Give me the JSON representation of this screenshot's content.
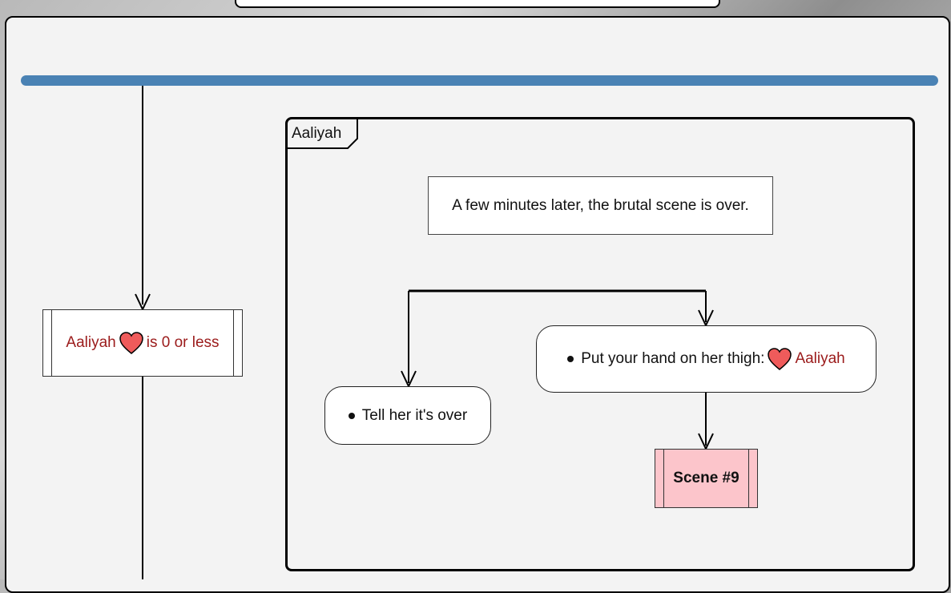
{
  "diagram": {
    "frame_label": "Aaliyah",
    "condition_box": {
      "name": "Aaliyah",
      "suffix": "is 0 or less"
    },
    "narration": "A few minutes later, the brutal scene is over.",
    "choice_left": "Tell her it's over",
    "choice_right": {
      "text": "Put your hand on her thigh:",
      "name": "Aaliyah"
    },
    "scene_box": "Scene #9"
  },
  "colors": {
    "bar": "#4a82b4",
    "heart": "#ef5b5b",
    "highlight_text": "#9b1b1b",
    "scene_fill": "#fcc5cb"
  }
}
